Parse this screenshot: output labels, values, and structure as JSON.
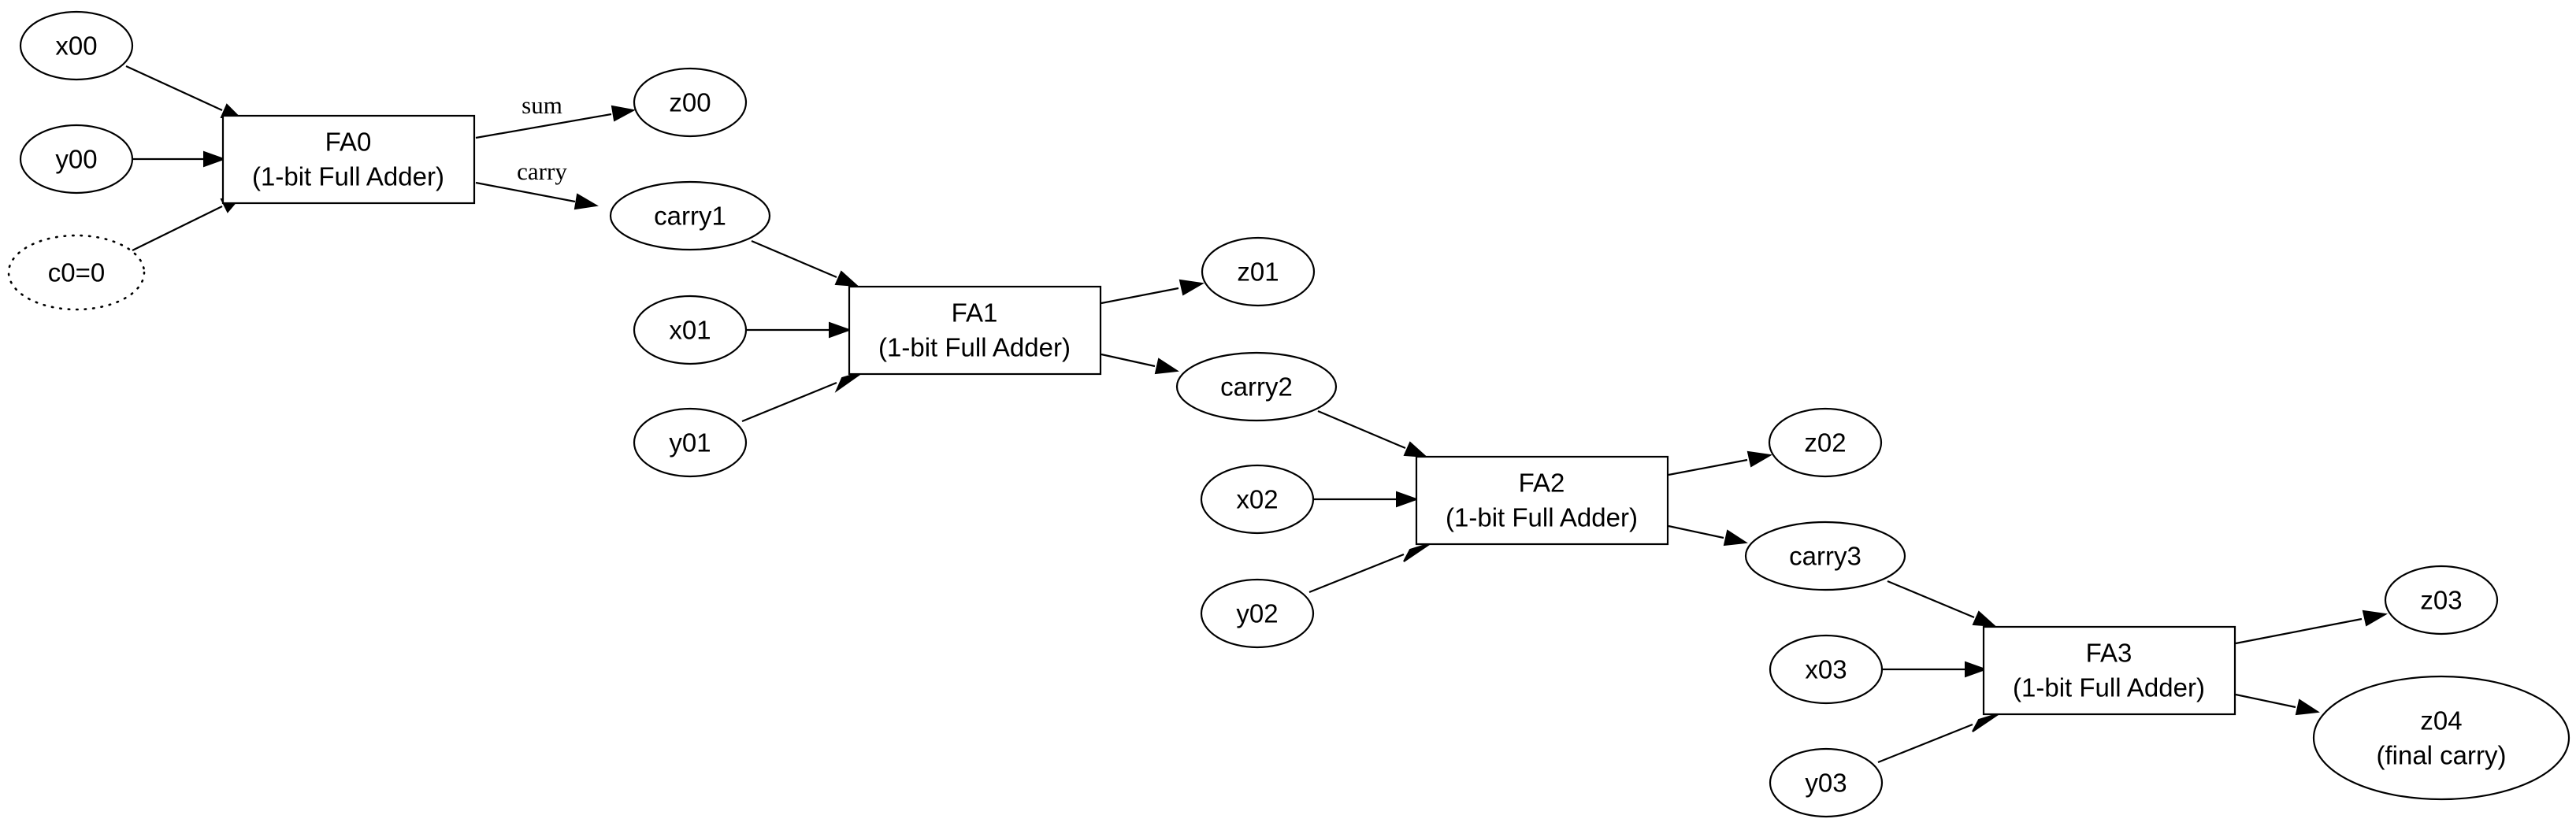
{
  "nodes": {
    "x00": "x00",
    "y00": "y00",
    "c0": "c0=0",
    "fa0": [
      "FA0",
      "(1-bit Full Adder)"
    ],
    "z00": "z00",
    "carry1": "carry1",
    "x01": "x01",
    "y01": "y01",
    "fa1": [
      "FA1",
      "(1-bit Full Adder)"
    ],
    "z01": "z01",
    "carry2": "carry2",
    "x02": "x02",
    "y02": "y02",
    "fa2": [
      "FA2",
      "(1-bit Full Adder)"
    ],
    "z02": "z02",
    "carry3": "carry3",
    "x03": "x03",
    "y03": "y03",
    "fa3": [
      "FA3",
      "(1-bit Full Adder)"
    ],
    "z03": "z03",
    "z04": [
      "z04",
      "(final carry)"
    ]
  },
  "edge_labels": {
    "sum": "sum",
    "carry": "carry"
  }
}
